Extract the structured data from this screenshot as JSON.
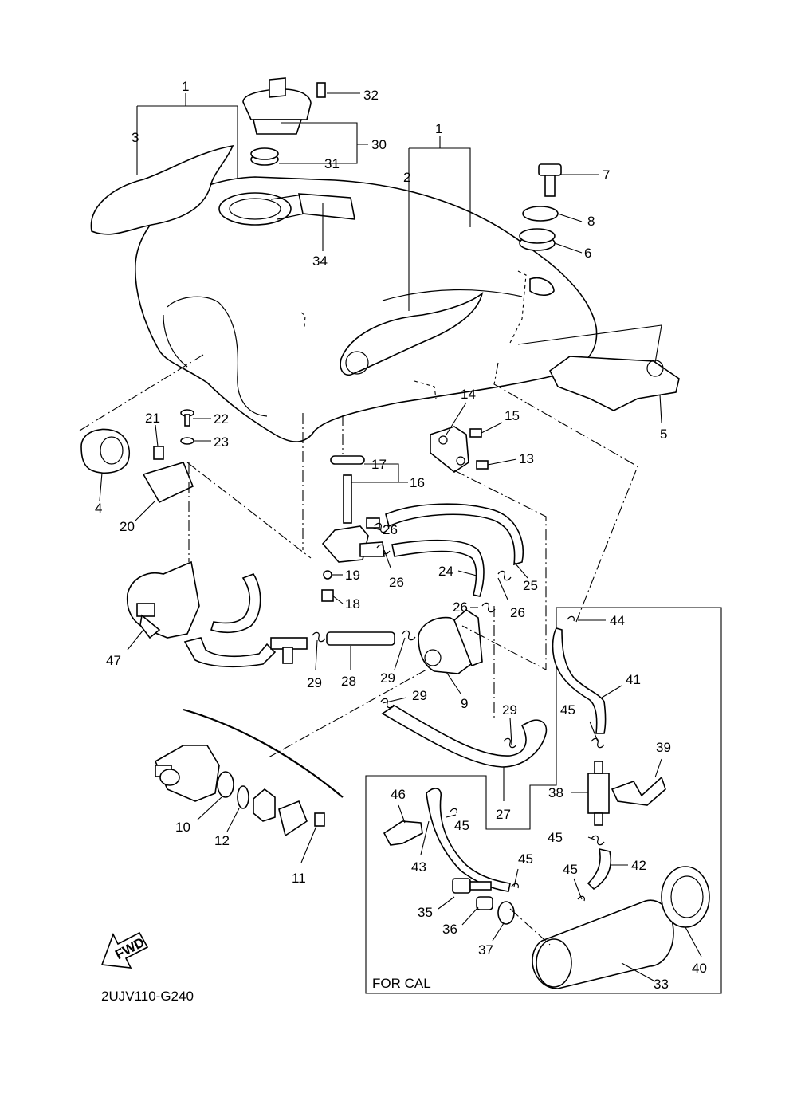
{
  "diagram": {
    "code": "2UJV110-G240",
    "fwd": "FWD",
    "for_cal": "FOR CAL",
    "callouts": [
      "1",
      "1",
      "2",
      "3",
      "4",
      "5",
      "6",
      "7",
      "8",
      "9",
      "10",
      "11",
      "12",
      "13",
      "14",
      "15",
      "16",
      "17",
      "18",
      "19",
      "20",
      "21",
      "22",
      "23",
      "24",
      "25",
      "26",
      "26",
      "26",
      "26",
      "26",
      "27",
      "28",
      "29",
      "29",
      "29",
      "29",
      "30",
      "31",
      "32",
      "33",
      "34",
      "35",
      "36",
      "37",
      "38",
      "39",
      "40",
      "41",
      "42",
      "43",
      "44",
      "45",
      "45",
      "45",
      "45",
      "45",
      "45",
      "46",
      "47"
    ]
  }
}
